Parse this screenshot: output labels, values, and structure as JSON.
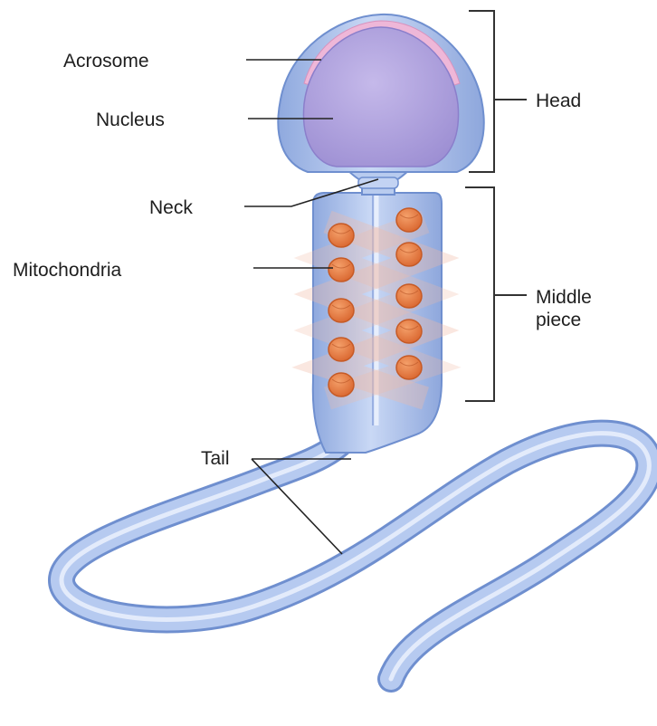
{
  "labels": {
    "acrosome": "Acrosome",
    "nucleus": "Nucleus",
    "neck": "Neck",
    "mitochondria": "Mitochondria",
    "tail": "Tail",
    "head": "Head",
    "middle_piece_line1": "Middle",
    "middle_piece_line2": "piece"
  },
  "colors": {
    "cell_body": "#a9c0ea",
    "cell_outline": "#6f8fcf",
    "nucleus": "#b3a6df",
    "acrosome": "#eeb7d8",
    "mitochondrion": "#e9834d",
    "mitochondrion_outline": "#c65a25",
    "leader_line": "#222222"
  },
  "icons": [
    "sperm-cell-illustration"
  ]
}
